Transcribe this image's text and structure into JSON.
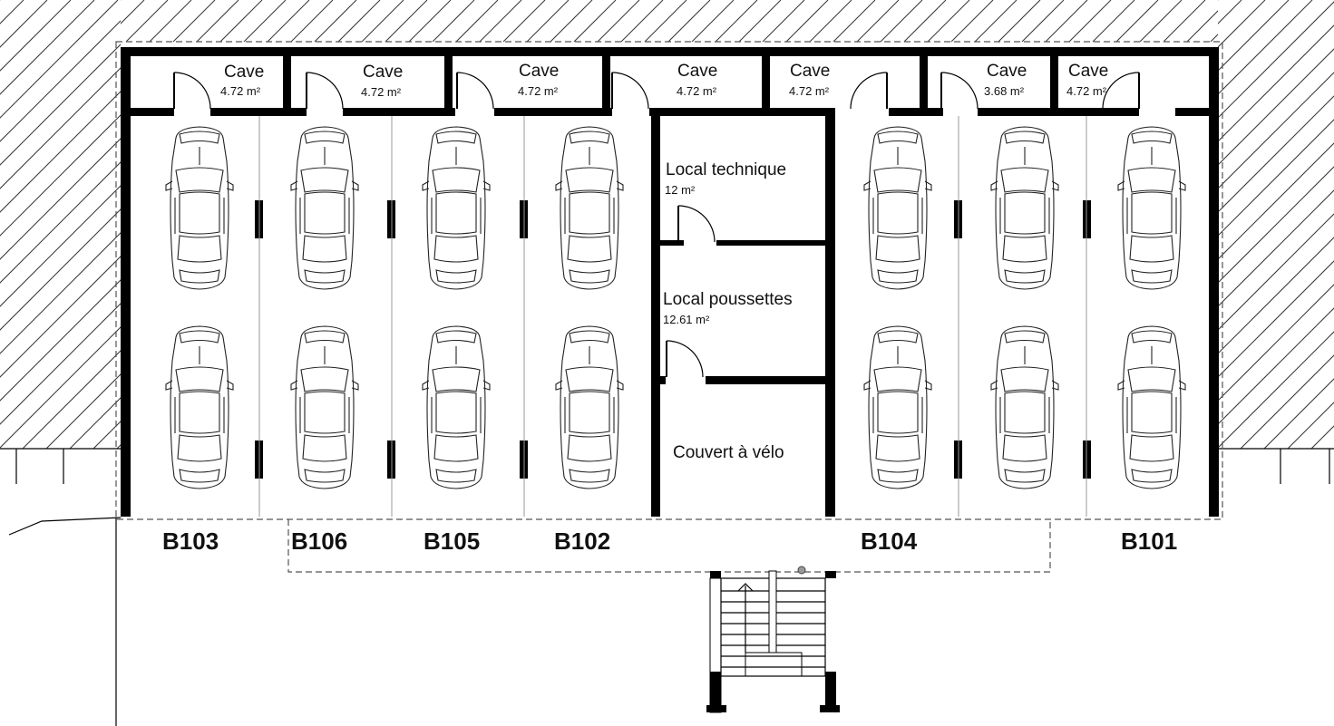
{
  "caves": [
    {
      "label": "Cave",
      "area": "4.72 m²"
    },
    {
      "label": "Cave",
      "area": "4.72 m²"
    },
    {
      "label": "Cave",
      "area": "4.72 m²"
    },
    {
      "label": "Cave",
      "area": "4.72 m²"
    },
    {
      "label": "Cave",
      "area": "4.72 m²"
    },
    {
      "label": "Cave",
      "area": "3.68 m²"
    },
    {
      "label": "Cave",
      "area": "4.72 m²"
    }
  ],
  "rooms": {
    "technique": {
      "label": "Local technique",
      "area": "12 m²"
    },
    "poussettes": {
      "label": "Local poussettes",
      "area": "12.61 m²"
    },
    "velo": {
      "label": "Couvert à vélo"
    }
  },
  "parking_spaces": [
    "B103",
    "B106",
    "B105",
    "B102",
    "B104",
    "B101"
  ],
  "colors": {
    "walls": "#000000",
    "lines": "#222222",
    "dash": "#555555",
    "background": "#ffffff"
  }
}
